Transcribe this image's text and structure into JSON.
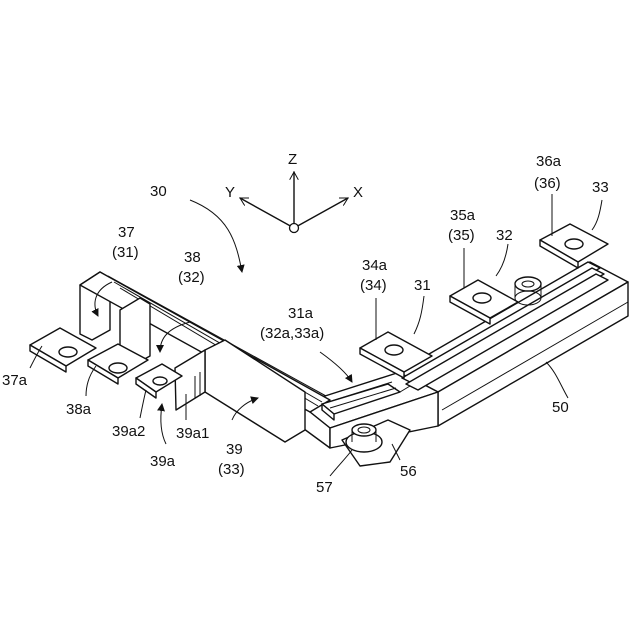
{
  "axes": {
    "z": "Z",
    "y": "Y",
    "x": "X"
  },
  "labels": {
    "l30": "30",
    "l37": "37",
    "l37p": "(31)",
    "l38": "38",
    "l38p": "(32)",
    "l37a": "37a",
    "l38a": "38a",
    "l39a2": "39a2",
    "l39a1": "39a1",
    "l39a": "39a",
    "l39": "39",
    "l39p": "(33)",
    "l31a": "31a",
    "l31ap": "(32a,33a)",
    "l34a": "34a",
    "l34ap": "(34)",
    "l31": "31",
    "l35a": "35a",
    "l35ap": "(35)",
    "l32": "32",
    "l36a": "36a",
    "l36ap": "(36)",
    "l33": "33",
    "l50": "50",
    "l57": "57",
    "l56": "56"
  }
}
